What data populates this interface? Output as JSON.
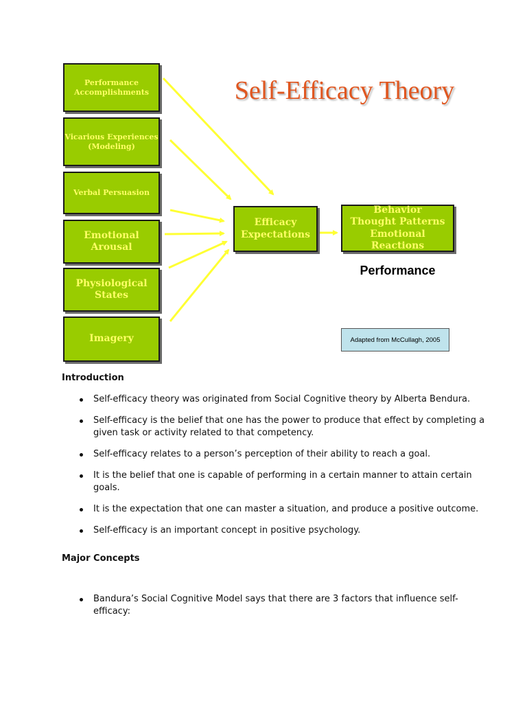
{
  "diagram": {
    "title": "Self-Efficacy Theory",
    "sources": [
      {
        "lines": [
          "Performance",
          "Accomplishments"
        ]
      },
      {
        "lines": [
          "Vicarious Experiences",
          "(Modeling)"
        ]
      },
      {
        "lines": [
          "Verbal Persuasion"
        ]
      },
      {
        "lines": [
          "Emotional Arousal"
        ]
      },
      {
        "lines": [
          "Physiological",
          "States"
        ]
      },
      {
        "lines": [
          "Imagery"
        ]
      }
    ],
    "efficacy": {
      "lines": [
        "Efficacy",
        "Expectations"
      ]
    },
    "behavior": {
      "lines": [
        "Behavior",
        "Thought Patterns",
        "Emotional Reactions"
      ]
    },
    "performance_label": "Performance",
    "credit": "Adapted from McCullagh, 2005",
    "colors": {
      "box_fill": "#99cc00",
      "box_text": "#ffff66",
      "arrow": "#ffff33",
      "title": "#e0561f",
      "credit_fill": "#bfe3ec"
    }
  },
  "introduction": {
    "heading": "Introduction",
    "items": [
      "Self-efficacy theory was originated from Social Cognitive theory by Alberta Bendura.",
      "Self-efficacy is the belief that one has the power to produce that effect by completing a given task or activity related to that competency.",
      "Self-efficacy relates to a person’s perception of their ability to reach a goal.",
      "It is the belief that one is capable of performing in a certain manner to attain certain goals.",
      "It is the expectation that one can master a situation, and produce a positive outcome.",
      "Self-efficacy is an important concept in positive psychology."
    ]
  },
  "major_concepts": {
    "heading": "Major Concepts",
    "items": [
      "Bandura’s Social Cognitive Model says that there are 3 factors that influence self-efficacy:"
    ]
  }
}
